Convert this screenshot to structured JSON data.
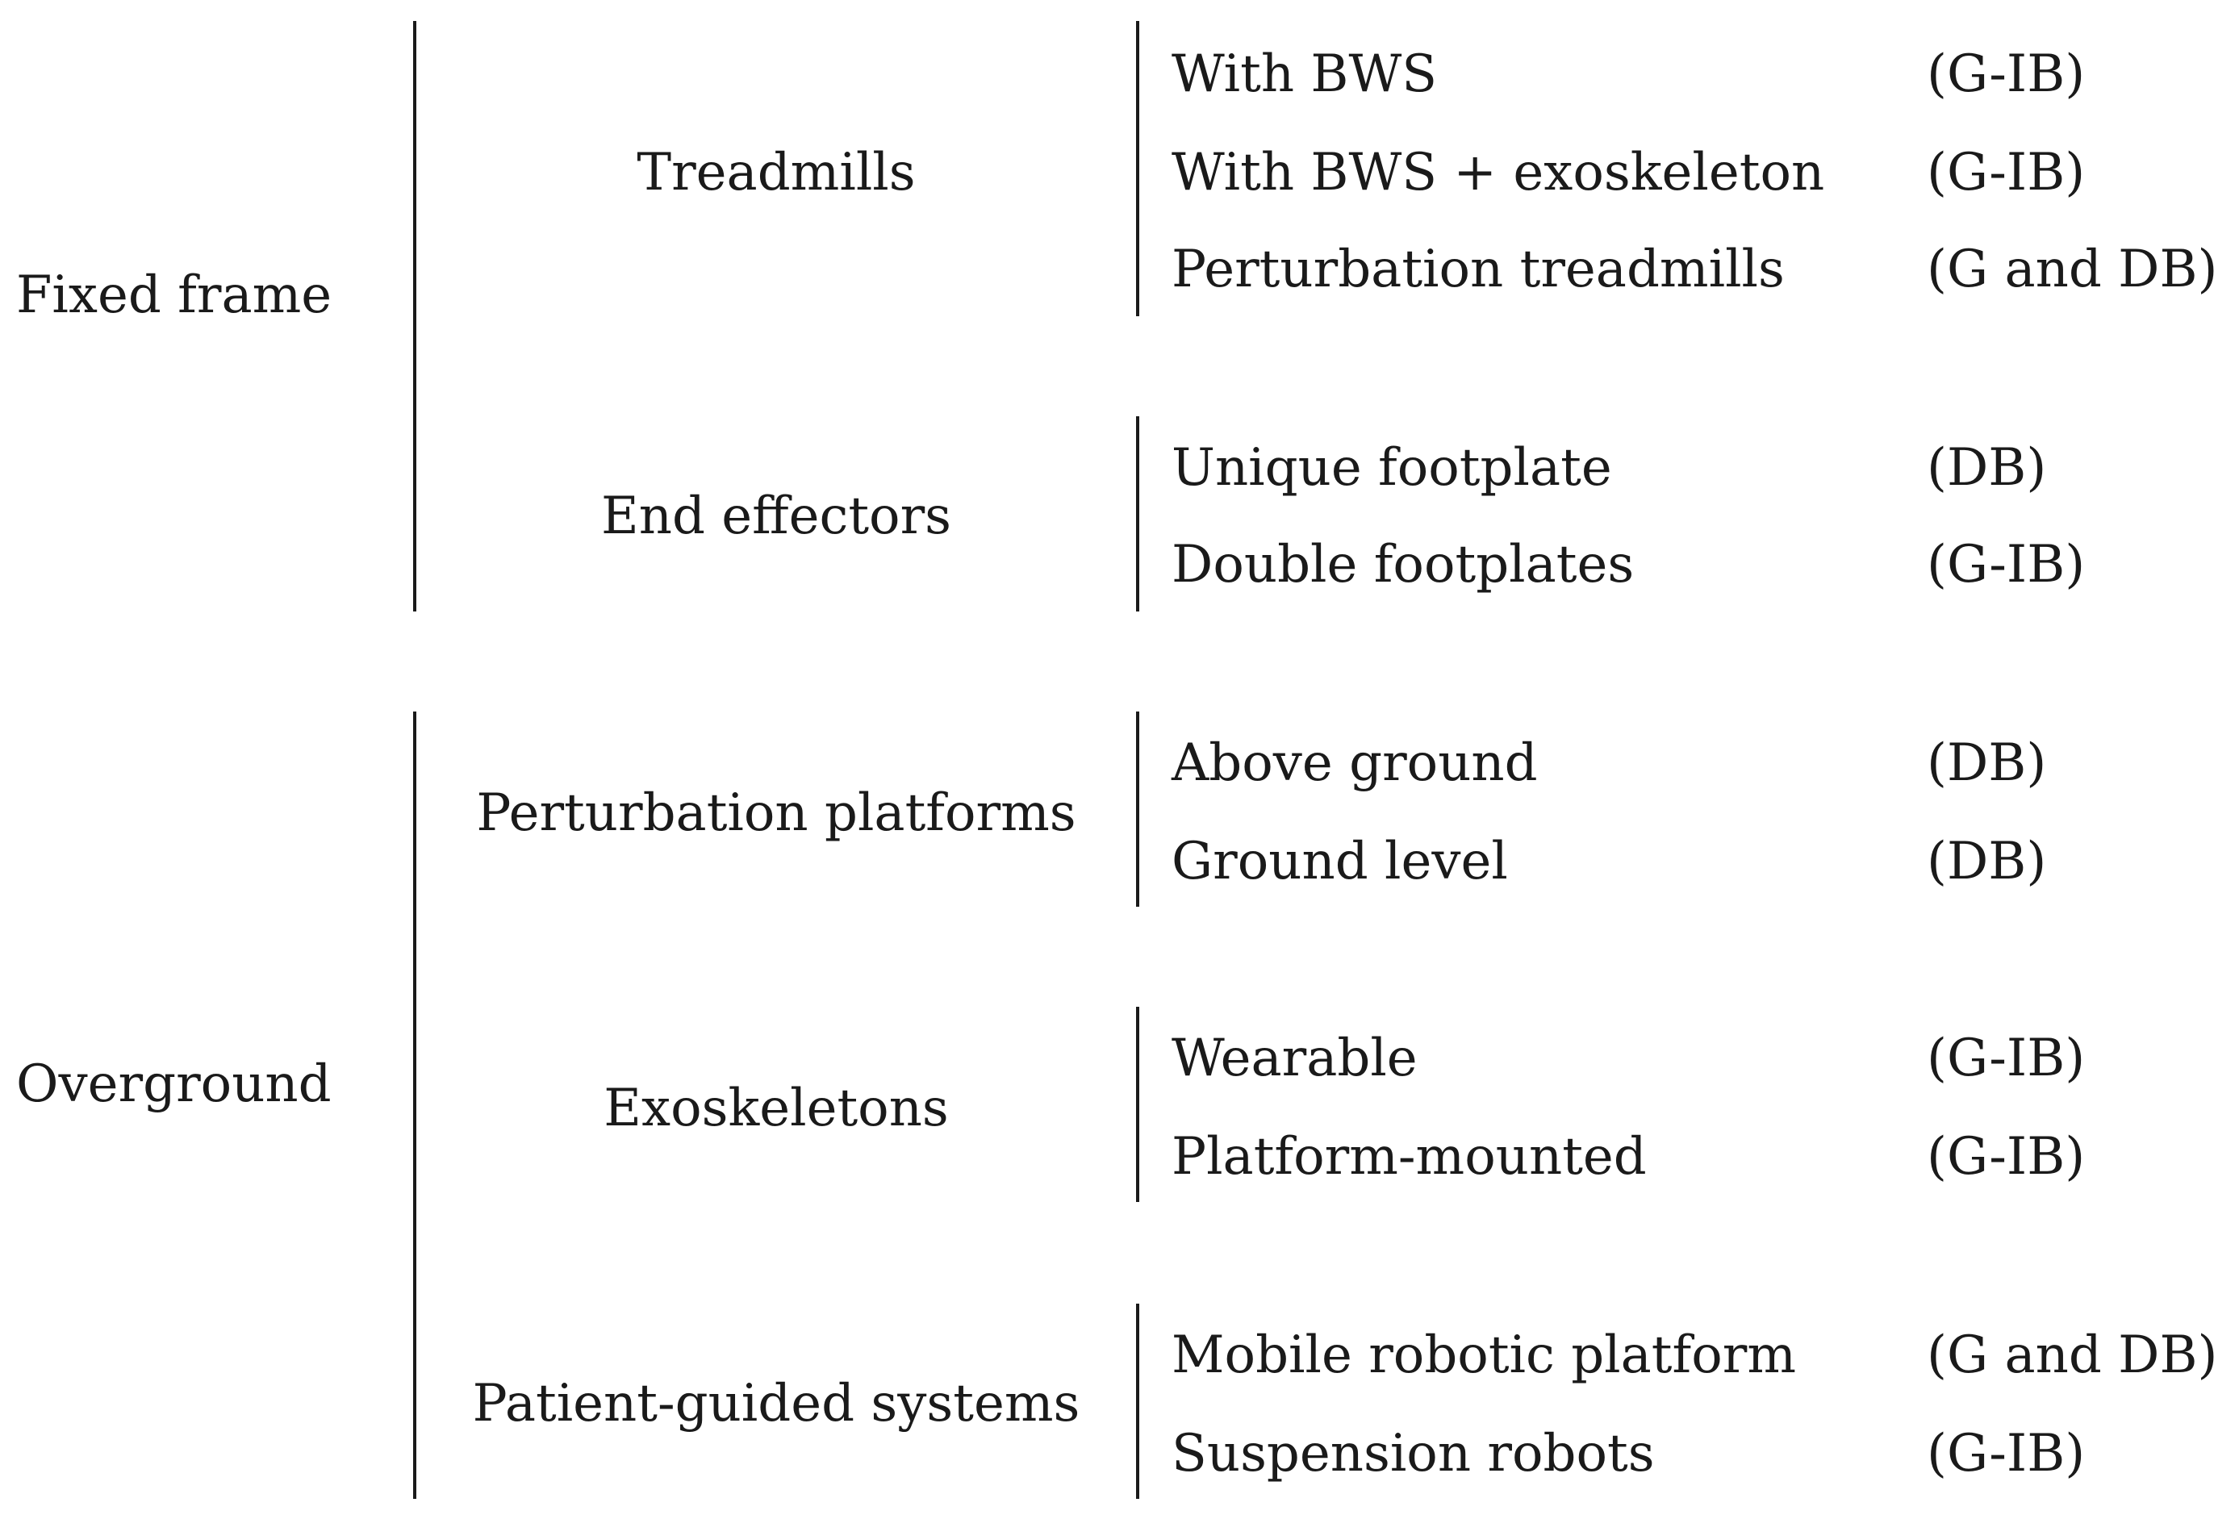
{
  "categories": [
    {
      "label": "Fixed frame",
      "groups": [
        {
          "label": "Treadmills",
          "items": [
            {
              "name": "With BWS",
              "code": "(G-IB)"
            },
            {
              "name": "With BWS + exoskeleton",
              "code": "(G-IB)"
            },
            {
              "name": "Perturbation treadmills",
              "code": "(G and DB)"
            }
          ]
        },
        {
          "label": "End effectors",
          "items": [
            {
              "name": "Unique footplate",
              "code": "(DB)"
            },
            {
              "name": "Double footplates",
              "code": "(G-IB)"
            }
          ]
        }
      ]
    },
    {
      "label": "Overground",
      "groups": [
        {
          "label": "Perturbation platforms",
          "items": [
            {
              "name": "Above ground",
              "code": "(DB)"
            },
            {
              "name": "Ground level",
              "code": "(DB)"
            }
          ]
        },
        {
          "label": "Exoskeletons",
          "items": [
            {
              "name": "Wearable",
              "code": "(G-IB)"
            },
            {
              "name": "Platform-mounted",
              "code": "(G-IB)"
            }
          ]
        },
        {
          "label": "Patient-guided systems",
          "items": [
            {
              "name": "Mobile robotic platform",
              "code": "(G and DB)"
            },
            {
              "name": "Suspension robots",
              "code": "(G-IB)"
            }
          ]
        }
      ]
    }
  ]
}
